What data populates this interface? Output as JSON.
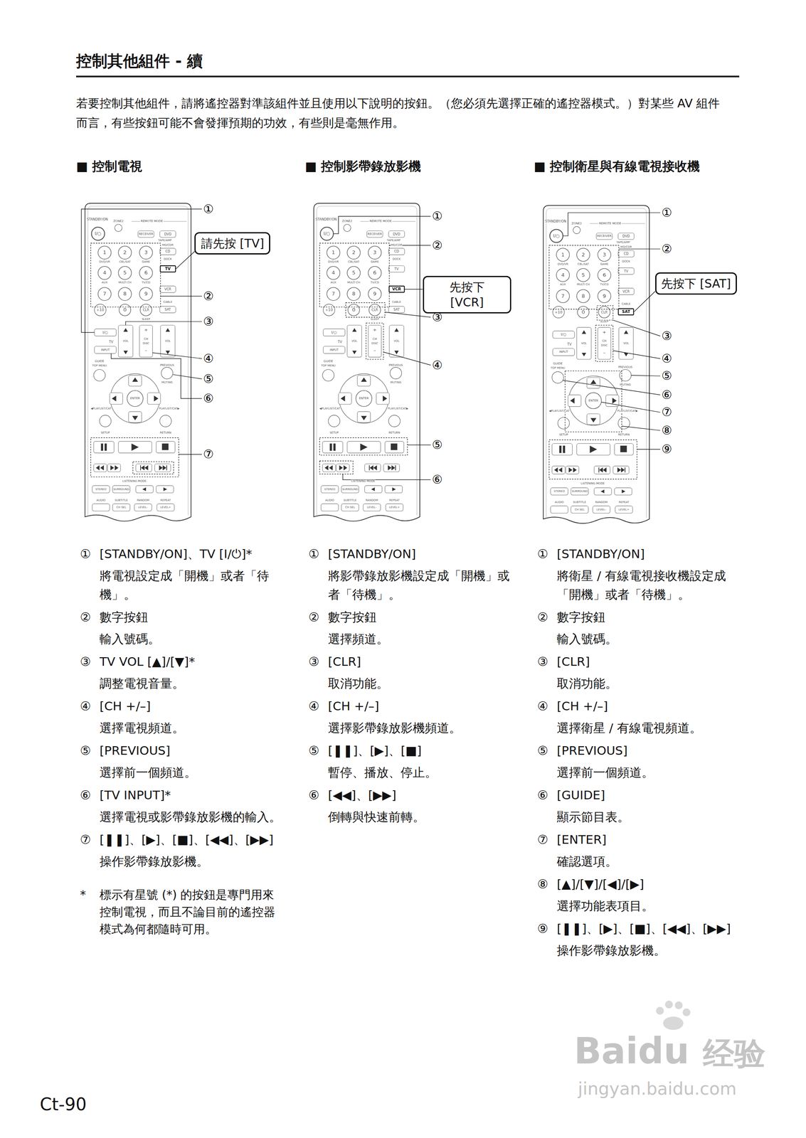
{
  "diagram": {
    "title": "控制其他組件 - 續",
    "nodes": [
      {
        "text": [
          "請先按 [TV]"
        ]
      },
      {
        "text": [
          "TV"
        ]
      },
      {
        "text": [
          "先按下 [VCR]"
        ]
      },
      {
        "text": [
          "VCR"
        ]
      },
      {
        "text": [
          "先按下 [SAT]"
        ]
      },
      {
        "text": [
          "SAT"
        ]
      }
    ],
    "edges": [
      {
        "from": 0,
        "to": 1,
        "arrow": "none"
      },
      {
        "from": 2,
        "to": 3,
        "arrow": "none"
      },
      {
        "from": 4,
        "to": 5,
        "arrow": "none"
      }
    ],
    "labels": [
      "若要控制其他組件，請將遙控器對準該組件並且使用以下說明的按鈕。（您必須先選擇正確的遙控器模式。）對某些 AV 組件而言，有些按鈕可能不會發揮預期的功效，有些則是毫無作用。",
      "■ 控制電視",
      "■ 控制影帶錄放影機",
      "■ 控制衛星與有線電視接收機",
      "STANDBY/ON",
      "I/○",
      "ZONE2",
      "REMOTE MODE",
      "RECEIVER",
      "DVD",
      "TAPE/AMP",
      "MD/CDR",
      "CD",
      "DOCK",
      "CABLE",
      "1",
      "2",
      "3",
      "4",
      "5",
      "6",
      "7",
      "8",
      "9",
      "DVD/VR",
      "CBL/SAT",
      "GAME",
      "AUX",
      "MULTI CH",
      "TV/CD",
      "+10",
      "0",
      "CLR",
      "SLEEP",
      "I/○",
      "TV",
      "VOL",
      "+",
      "CH",
      "DISC",
      "–",
      "VOL",
      "INPUT",
      "GUIDE",
      "TOP MENU",
      "PREVIOUS",
      "MUTING",
      "ENTER",
      "◀PLAYLIST/CAT",
      "PLAYLIST/CAT▶",
      "SETUP",
      "RETURN",
      "LISTENING MODE",
      "STEREO",
      "SURROUND",
      "AUDIO",
      "SUBTITLE",
      "RANDOM",
      "REPEAT",
      "CH SEL",
      "LEVEL–",
      "LEVEL+",
      "VCR",
      "SAT",
      "①",
      "②",
      "③",
      "④",
      "⑤",
      "⑥",
      "⑦",
      "①",
      "[STANDBY/ON]、TV [I/⏻]*",
      "將電視設定成「開機」或者「待機」。",
      "②",
      "數字按鈕",
      "輸入號碼。",
      "③",
      "TV VOL [▲]/[▼]*",
      "調整電視音量。",
      "④",
      "[CH +/–]",
      "選擇電視頻道。",
      "⑤",
      "[PREVIOUS]",
      "選擇前一個頻道。",
      "⑥",
      "[TV INPUT]*",
      "選擇電視或影帶錄放影機的輸入。",
      "⑦",
      "[❚❚]、[▶]、[■]、[◀◀]、[▶▶]",
      "操作影帶錄放影機。",
      "STANDBY/ON",
      "I/○",
      "ZONE2",
      "REMOTE MODE",
      "RECEIVER",
      "DVD",
      "TAPE/AMP",
      "MD/CDR",
      "CD",
      "DOCK",
      "CABLE",
      "1",
      "2",
      "3",
      "4",
      "5",
      "6",
      "7",
      "8",
      "9",
      "DVD/VR",
      "CBL/SAT",
      "GAME",
      "AUX",
      "MULTI CH",
      "TV/CD",
      "+10",
      "0",
      "CLR",
      "SLEEP",
      "I/○",
      "TV",
      "VOL",
      "+",
      "CH",
      "DISC",
      "–",
      "VOL",
      "INPUT",
      "GUIDE",
      "TOP MENU",
      "PREVIOUS",
      "MUTING",
      "ENTER",
      "◀PLAYLIST/CAT",
      "PLAYLIST/CAT▶",
      "SETUP",
      "RETURN",
      "LISTENING MODE",
      "STEREO",
      "SURROUND",
      "AUDIO",
      "SUBTITLE",
      "RANDOM",
      "REPEAT",
      "CH SEL",
      "LEVEL–",
      "LEVEL+",
      "TV",
      "SAT",
      "①",
      "②",
      "③",
      "④",
      "⑤",
      "⑥",
      "①",
      "[STANDBY/ON]",
      "將影帶錄放影機設定成「開機」或者「待機」。",
      "②",
      "數字按鈕",
      "選擇頻道。",
      "③",
      "[CLR]",
      "取消功能。",
      "④",
      "[CH +/–]",
      "選擇影帶錄放影機頻道。",
      "⑤",
      "[❚❚]、[▶]、[■]",
      "暫停、播放、停止。",
      "⑥",
      "[◀◀]、[▶▶]",
      "倒轉與快速前轉。",
      "STANDBY/ON",
      "I/○",
      "ZONE2",
      "REMOTE MODE",
      "RECEIVER",
      "DVD",
      "TAPE/AMP",
      "MD/CDR",
      "CD",
      "DOCK",
      "CABLE",
      "1",
      "2",
      "3",
      "4",
      "5",
      "6",
      "7",
      "8",
      "9",
      "DVD/VR",
      "CBL/SAT",
      "GAME",
      "AUX",
      "MULTI CH",
      "TV/CD",
      "+10",
      "0",
      "CLR",
      "SLEEP",
      "I/○",
      "TV",
      "VOL",
      "+",
      "CH",
      "DISC",
      "–",
      "VOL",
      "INPUT",
      "GUIDE",
      "TOP MENU",
      "PREVIOUS",
      "MUTING",
      "ENTER",
      "◀PLAYLIST/CAT",
      "PLAYLIST/CAT▶",
      "SETUP",
      "RETURN",
      "LISTENING MODE",
      "STEREO",
      "SURROUND",
      "AUDIO",
      "SUBTITLE",
      "RANDOM",
      "REPEAT",
      "CH SEL",
      "LEVEL–",
      "LEVEL+",
      "TV",
      "VCR",
      "①",
      "②",
      "③",
      "④",
      "⑤",
      "⑥",
      "⑦",
      "⑧",
      "⑨",
      "①",
      "[STANDBY/ON]",
      "將衛星 / 有線電視接收機設定成「開機」或者「待機」。",
      "②",
      "數字按鈕",
      "輸入號碼。",
      "③",
      "[CLR]",
      "取消功能。",
      "④",
      "[CH +/–]",
      "選擇衛星 / 有線電視頻道。",
      "⑤",
      "[PREVIOUS]",
      "選擇前一個頻道。",
      "⑥",
      "[GUIDE]",
      "顯示節目表。",
      "⑦",
      "[ENTER]",
      "確認選項。",
      "⑧",
      "[▲]/[▼]/[◀]/[▶]",
      "選擇功能表項目。",
      "⑨",
      "[❚❚]、[▶]、[■]、[◀◀]、[▶▶]",
      "操作影帶錄放影機。",
      "*",
      "標示有星號 (*) 的按鈕是專門用來控制電視，而且不論目前的遙控器模式為何都隨時可用。",
      "Ct-90",
      "Baidu",
      "经验",
      "jingyan.baidu.com"
    ]
  }
}
